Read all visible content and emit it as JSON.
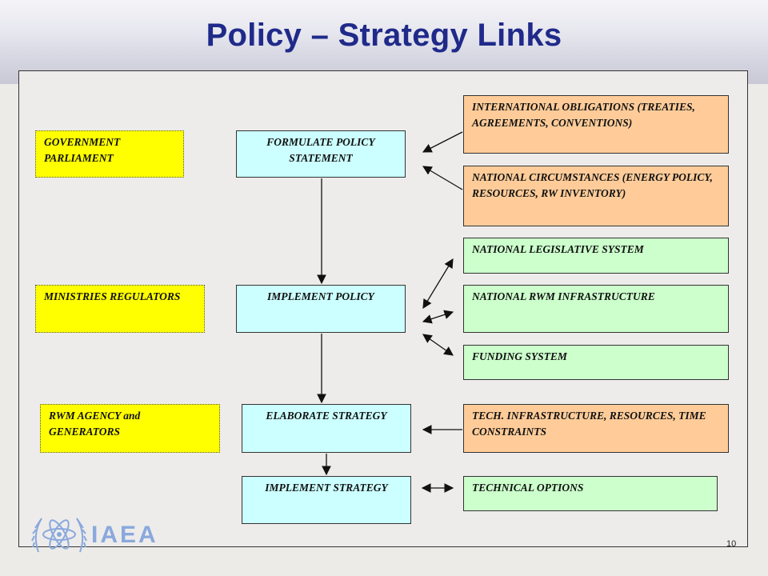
{
  "slide": {
    "title": "Policy – Strategy Links",
    "page_number": "10"
  },
  "actors": [
    {
      "label": "GOVERNMENT PARLIAMENT"
    },
    {
      "label": "MINISTRIES REGULATORS"
    },
    {
      "label": "RWM AGENCY and GENERATORS"
    }
  ],
  "steps": [
    {
      "label": "FORMULATE POLICY STATEMENT"
    },
    {
      "label": "IMPLEMENT POLICY"
    },
    {
      "label": "ELABORATE STRATEGY"
    },
    {
      "label": "IMPLEMENT STRATEGY"
    }
  ],
  "factors": [
    {
      "label": "INTERNATIONAL OBLIGATIONS (TREATIES, AGREEMENTS, CONVENTIONS)"
    },
    {
      "label": "NATIONAL CIRCUMSTANCES (ENERGY POLICY, RESOURCES, RW INVENTORY)"
    },
    {
      "label": "NATIONAL LEGISLATIVE SYSTEM"
    },
    {
      "label": "NATIONAL RWM INFRASTRUCTURE"
    },
    {
      "label": "FUNDING SYSTEM"
    },
    {
      "label": "TECH. INFRASTRUCTURE, RESOURCES, TIME CONSTRAINTS"
    },
    {
      "label": "TECHNICAL OPTIONS"
    }
  ],
  "logo": {
    "text": "IAEA"
  },
  "colors": {
    "title": "#1f2a8a",
    "actor_fill": "#ffff00",
    "step_fill": "#ccffff",
    "external_factor_fill": "#ffcc99",
    "national_factor_fill": "#ccffcc",
    "logo": "#8aa8dc"
  }
}
